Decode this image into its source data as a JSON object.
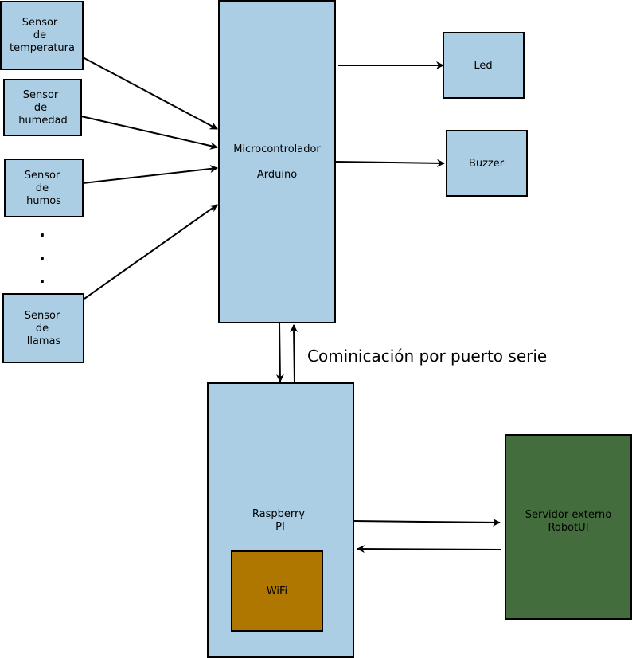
{
  "sensors": {
    "temperatura": [
      "Sensor",
      "de",
      "temperatura"
    ],
    "humedad": [
      "Sensor",
      "de",
      "humedad"
    ],
    "humos": [
      "Sensor",
      "de",
      "humos"
    ],
    "llamas": [
      "Sensor",
      "de",
      "llamas"
    ],
    "ellipsis": "."
  },
  "microcontroller": [
    "Microcontrolador",
    "Arduino"
  ],
  "outputs": {
    "led": "Led",
    "buzzer": "Buzzer"
  },
  "raspberry": [
    "Raspberry",
    "PI"
  ],
  "wifi": "WiFi",
  "server": [
    "Servidor externo",
    "RobotUI"
  ],
  "serial_caption": "Cominicación por puerto serie",
  "colors": {
    "box_fill": "#abcee5",
    "wifi_fill": "#b07700",
    "server_fill": "#436d3c",
    "stroke": "#000000"
  }
}
